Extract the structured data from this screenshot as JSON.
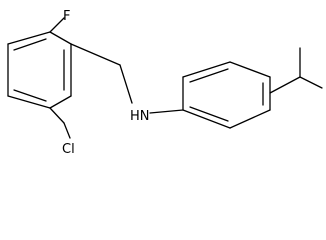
{
  "colors": {
    "bond": "#000000",
    "label": "#000000",
    "background": "#ffffff"
  },
  "atoms": {
    "fluorine": "F",
    "chlorine": "Cl",
    "amine": "HN"
  }
}
